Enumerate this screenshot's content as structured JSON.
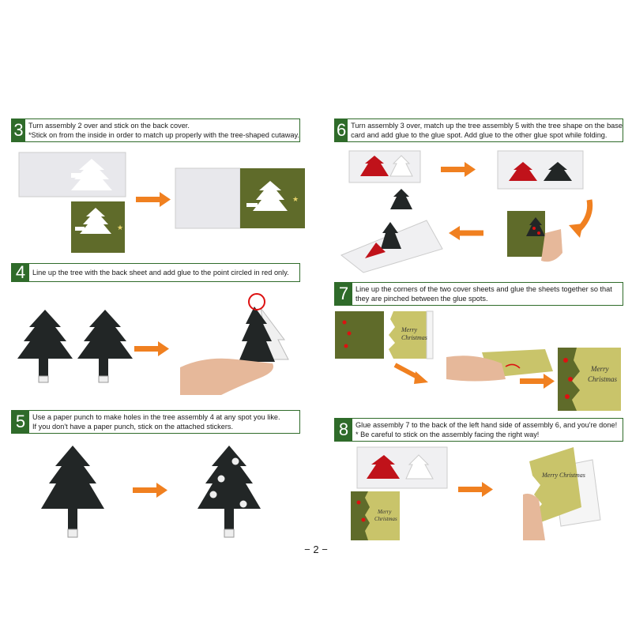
{
  "steps": {
    "s3": {
      "num": "3",
      "line1": "Turn assembly 2 over and stick on the back cover.",
      "line2": "*Stick on from the inside in order to match up properly with the tree-shaped cutaway."
    },
    "s4": {
      "num": "4",
      "line1": "Line up the tree with the back sheet and add glue to the point circled in red only."
    },
    "s5": {
      "num": "5",
      "line1": "Use a paper punch to make holes in the tree assembly 4 at any spot you like.",
      "line2": "If you don't have a paper punch, stick on the attached stickers."
    },
    "s6": {
      "num": "6",
      "line1": "Turn assembly 3 over, match up the tree assembly 5 with the tree shape on the base",
      "line2": "card and add glue to the glue spot. Add glue to the other glue spot while folding."
    },
    "s7": {
      "num": "7",
      "line1": "Line up the corners of the two cover sheets and glue the sheets together so that",
      "line2": "they are pinched between the glue spots."
    },
    "s8": {
      "num": "8",
      "line1": "Glue assembly 7 to the back of the left hand side of assembly 6, and you're done!",
      "line2": "* Be careful to stick on the assembly facing the right way!"
    }
  },
  "card_text": {
    "merry": "Merry",
    "christmas": "Christmas",
    "merry_christmas": "Merry Christmas"
  },
  "page_number": "− 2 −",
  "colors": {
    "green_header": "#2f6b2a",
    "arrow_orange": "#f08020",
    "olive": "#5f6b2a",
    "gold": "#c9c46a",
    "red": "#c0121a",
    "dark_tree": "#222626"
  }
}
